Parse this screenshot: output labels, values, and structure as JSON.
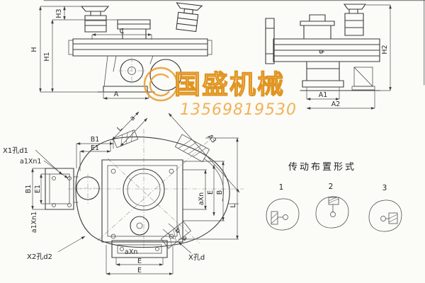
{
  "page": {
    "background": "#fbfbf8",
    "line_color": "#3b3b3b",
    "accent": "#e79a2c"
  },
  "watermark": {
    "brand": "国盛机械",
    "phone": "13569819530"
  },
  "front_view": {
    "dim_h": "H",
    "dim_h1": "H1",
    "dim_h3": "H3",
    "dim_c": "C",
    "dim_a": "A"
  },
  "side_view": {
    "dim_h2": "H2",
    "dim_a1": "A1",
    "dim_a2": "A2",
    "phi": "φ"
  },
  "plan_view": {
    "dim_b1_top": "B1",
    "dim_e1_top": "E1",
    "dim_l_top": "L",
    "dim_a_top": "a",
    "dim_a3": "A3",
    "label_x1_hole": "X1孔d1",
    "label_a1xn1_top": "a1Xn1",
    "dim_b1_left": "B1",
    "dim_e1_left": "E1",
    "label_a1xn1_left": "a1Xn1",
    "label_x2_hole": "X2孔d2",
    "label_axn_bottom": "aXn",
    "dim_e_inner": "E",
    "dim_e_outer": "E",
    "label_x_hole": "X孔d",
    "label_axn_right": "aXn",
    "dim_e_right": "E",
    "dim_b_right": "B",
    "dim_l_right": "L",
    "dim_b_small": "b",
    "dim_a_small": "a"
  },
  "transmission": {
    "title": "传动布置形式",
    "options": [
      {
        "num": "1"
      },
      {
        "num": "2"
      },
      {
        "num": "3"
      }
    ]
  }
}
